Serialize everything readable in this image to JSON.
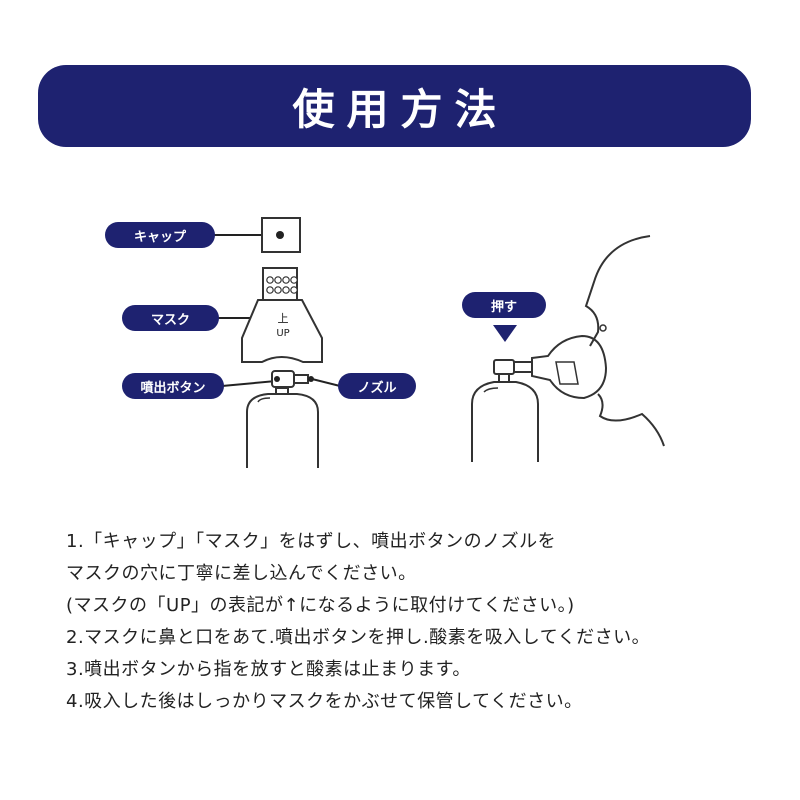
{
  "header": {
    "title": "使用方法"
  },
  "labels": {
    "cap": "キャップ",
    "mask": "マスク",
    "spray_button": "噴出ボタン",
    "nozzle": "ノズル",
    "push": "押す",
    "mask_up_kanji": "上",
    "mask_up_text": "UP"
  },
  "instructions": [
    "1.「キャップ」「マスク」をはずし、噴出ボタンのノズルを",
    "マスクの穴に丁寧に差し込んでください。",
    "(マスクの「UP」の表記が↑になるように取付けてください。)",
    "2.マスクに鼻と口をあて.噴出ボタンを押し.酸素を吸入してください。",
    "3.噴出ボタンから指を放すと酸素は止まります。",
    "4.吸入した後はしっかりマスクをかぶせて保管してください。"
  ],
  "colors": {
    "accent": "#1e2270",
    "line": "#333333"
  }
}
